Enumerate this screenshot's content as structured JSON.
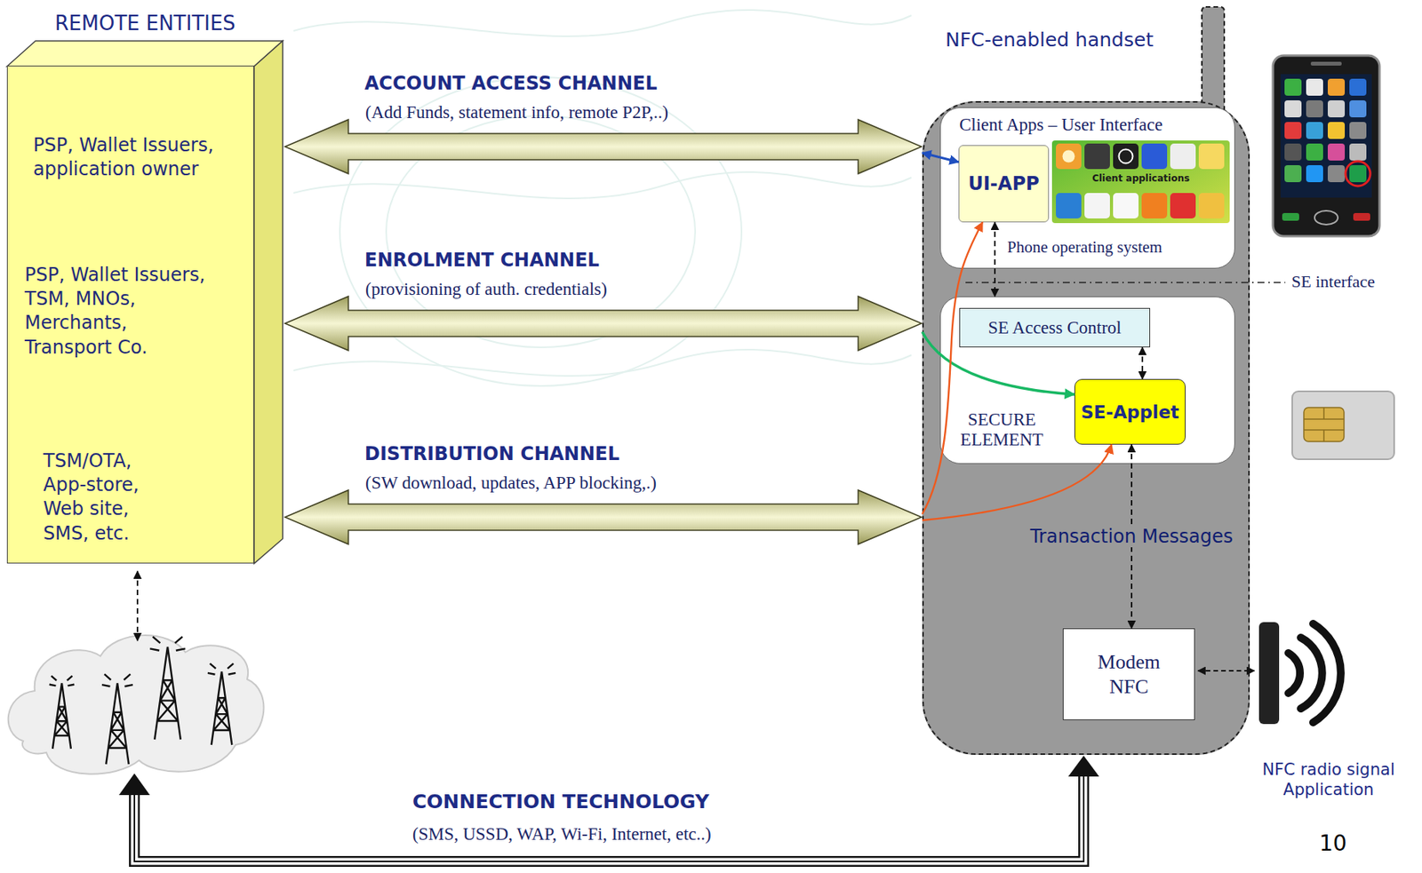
{
  "diagram": {
    "nodes": [
      {
        "text": [
          "REMOTE ENTITIES",
          "PSP, Wallet Issuers, application owner",
          "PSP, Wallet Issuers, TSM, MNOs, Merchants, Transport Co.",
          "TSM/OTA, App-store, Web site, SMS, etc."
        ]
      },
      {
        "text": [
          "NFC-enabled handset"
        ]
      },
      {
        "text": [
          "Client Apps – User Interface",
          "Phone operating system"
        ],
        "in": 1
      },
      {
        "text": [
          "UI-APP"
        ],
        "in": 2
      },
      {
        "text": [
          "SECURE ELEMENT"
        ],
        "in": 1
      },
      {
        "text": [
          "SE Access Control"
        ],
        "in": 4
      },
      {
        "text": [
          "SE-Applet"
        ],
        "in": 4
      },
      {
        "text": [
          "Modem NFC"
        ],
        "in": 1
      }
    ],
    "edges": [
      {
        "from": 0,
        "to": 1,
        "arrow": "both",
        "label": "ACCOUNT ACCESS CHANNEL"
      },
      {
        "from": 0,
        "to": 1,
        "arrow": "both",
        "label": "ENROLMENT CHANNEL"
      },
      {
        "from": 0,
        "to": 1,
        "arrow": "both",
        "label": "DISTRIBUTION CHANNEL"
      },
      {
        "from": 1,
        "to": 3,
        "arrow": "both"
      },
      {
        "from": 1,
        "to": 6,
        "arrow": "to"
      },
      {
        "from": 1,
        "to": 3,
        "arrow": "to"
      },
      {
        "from": 1,
        "to": 6,
        "arrow": "to"
      },
      {
        "from": 3,
        "to": 4,
        "arrow": "both"
      },
      {
        "from": 5,
        "to": 6,
        "arrow": "both"
      },
      {
        "from": 6,
        "to": 7,
        "arrow": "both",
        "label": "Transaction Messages"
      }
    ],
    "labels": [
      "(Add Funds, statement info, remote P2P,..)",
      "(provisioning of auth. credentials)",
      "(SW download, updates, APP blocking,.)",
      "Client applications",
      "SE interface",
      "CONNECTION TECHNOLOGY",
      "(SMS, USSD, WAP, Wi-Fi, Internet, etc..)",
      "NFC radio signal Application",
      "10"
    ]
  }
}
